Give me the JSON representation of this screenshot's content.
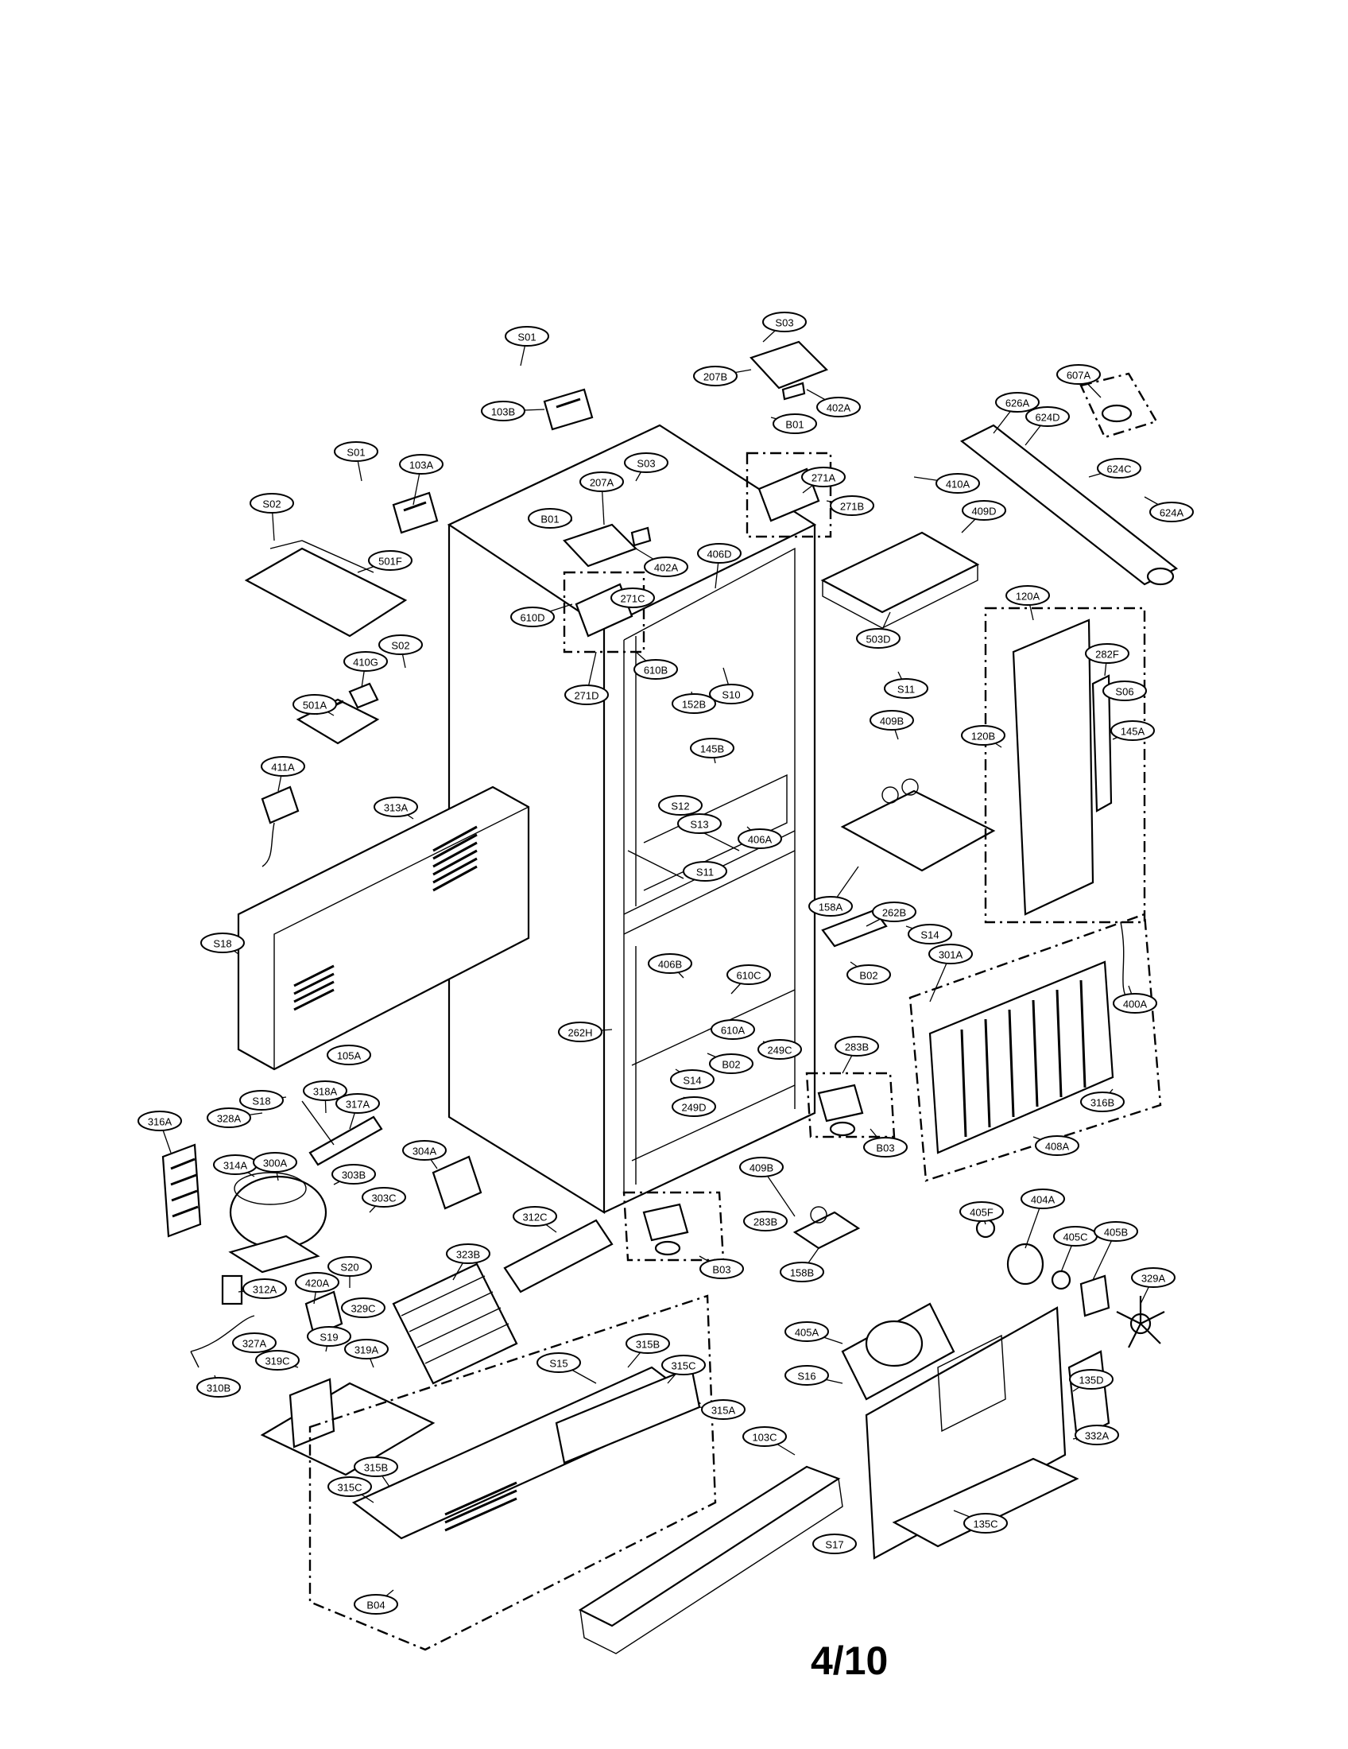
{
  "page": {
    "number": "4/10"
  },
  "callouts": [
    {
      "label": "S01"
    },
    {
      "label": "103B"
    },
    {
      "label": "S03"
    },
    {
      "label": "207B"
    },
    {
      "label": "402A"
    },
    {
      "label": "B01"
    },
    {
      "label": "607A"
    },
    {
      "label": "626A"
    },
    {
      "label": "624D"
    },
    {
      "label": "624C"
    },
    {
      "label": "624A"
    },
    {
      "label": "S01"
    },
    {
      "label": "103A"
    },
    {
      "label": "S03"
    },
    {
      "label": "207A"
    },
    {
      "label": "271A"
    },
    {
      "label": "410A"
    },
    {
      "label": "271B"
    },
    {
      "label": "409D"
    },
    {
      "label": "S02"
    },
    {
      "label": "B01"
    },
    {
      "label": "501F"
    },
    {
      "label": "402A"
    },
    {
      "label": "406D"
    },
    {
      "label": "610D"
    },
    {
      "label": "271C"
    },
    {
      "label": "503D"
    },
    {
      "label": "120A"
    },
    {
      "label": "S02"
    },
    {
      "label": "610B"
    },
    {
      "label": "S11"
    },
    {
      "label": "282F"
    },
    {
      "label": "410G"
    },
    {
      "label": "271D"
    },
    {
      "label": "152B"
    },
    {
      "label": "S10"
    },
    {
      "label": "S06"
    },
    {
      "label": "501A"
    },
    {
      "label": "409B"
    },
    {
      "label": "120B"
    },
    {
      "label": "145A"
    },
    {
      "label": "145B"
    },
    {
      "label": "411A"
    },
    {
      "label": "313A"
    },
    {
      "label": "S12"
    },
    {
      "label": "S13"
    },
    {
      "label": "406A"
    },
    {
      "label": "158A"
    },
    {
      "label": "S18"
    },
    {
      "label": "S11"
    },
    {
      "label": "262B"
    },
    {
      "label": "S14"
    },
    {
      "label": "406B"
    },
    {
      "label": "610C"
    },
    {
      "label": "301A"
    },
    {
      "label": "B02"
    },
    {
      "label": "400A"
    },
    {
      "label": "262H"
    },
    {
      "label": "610A"
    },
    {
      "label": "249C"
    },
    {
      "label": "105A"
    },
    {
      "label": "B02"
    },
    {
      "label": "283B"
    },
    {
      "label": "S14"
    },
    {
      "label": "316B"
    },
    {
      "label": "S18"
    },
    {
      "label": "318A"
    },
    {
      "label": "317A"
    },
    {
      "label": "249D"
    },
    {
      "label": "328A"
    },
    {
      "label": "316A"
    },
    {
      "label": "304A"
    },
    {
      "label": "B03"
    },
    {
      "label": "408A"
    },
    {
      "label": "314A"
    },
    {
      "label": "300A"
    },
    {
      "label": "303B"
    },
    {
      "label": "409B"
    },
    {
      "label": "405F"
    },
    {
      "label": "404A"
    },
    {
      "label": "303C"
    },
    {
      "label": "312C"
    },
    {
      "label": "283B"
    },
    {
      "label": "323B"
    },
    {
      "label": "405C"
    },
    {
      "label": "405B"
    },
    {
      "label": "S20"
    },
    {
      "label": "B03"
    },
    {
      "label": "420A"
    },
    {
      "label": "158B"
    },
    {
      "label": "329A"
    },
    {
      "label": "312A"
    },
    {
      "label": "329C"
    },
    {
      "label": "405A"
    },
    {
      "label": "327A"
    },
    {
      "label": "S19"
    },
    {
      "label": "319A"
    },
    {
      "label": "315B"
    },
    {
      "label": "319C"
    },
    {
      "label": "S15"
    },
    {
      "label": "315C"
    },
    {
      "label": "S16"
    },
    {
      "label": "135D"
    },
    {
      "label": "310B"
    },
    {
      "label": "315A"
    },
    {
      "label": "332A"
    },
    {
      "label": "103C"
    },
    {
      "label": "315B"
    },
    {
      "label": "315C"
    },
    {
      "label": "135C"
    },
    {
      "label": "S17"
    },
    {
      "label": "B04"
    }
  ]
}
